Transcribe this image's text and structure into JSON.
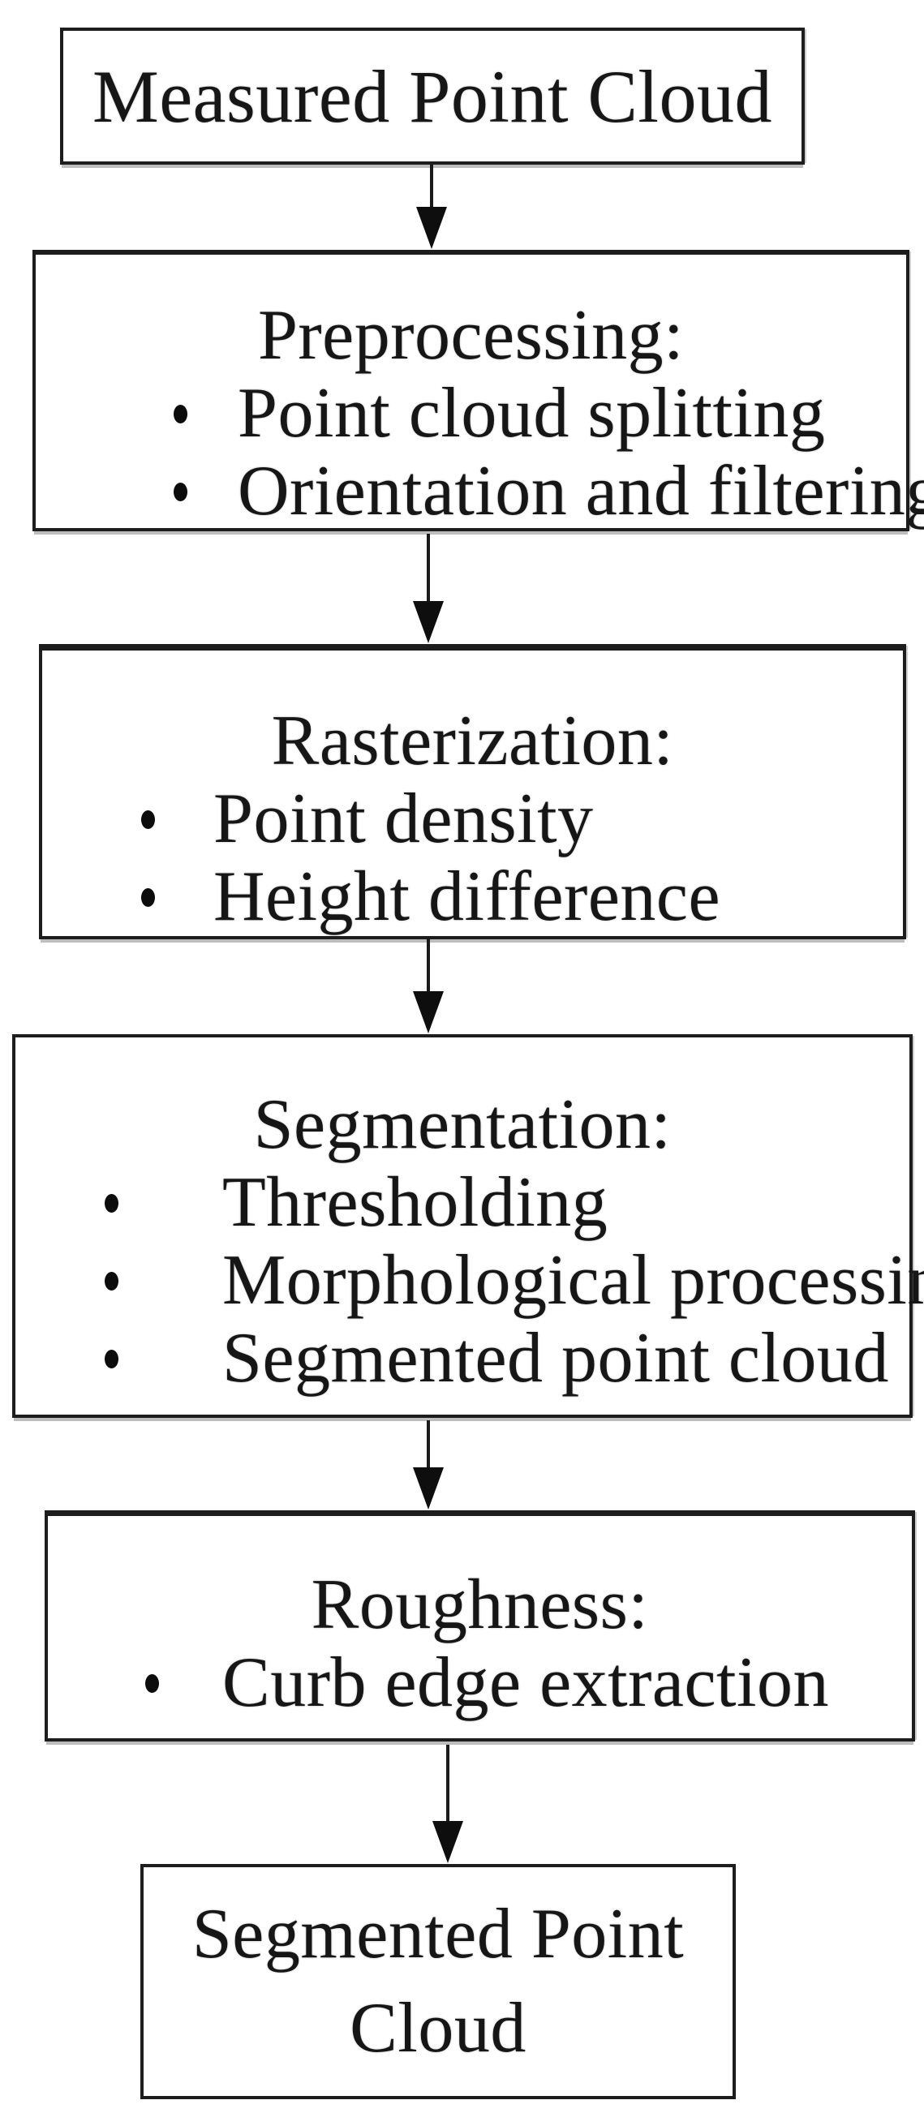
{
  "figure": {
    "type": "flowchart",
    "background_color": "#ffffff",
    "ink_color": "#161616",
    "nodes": [
      {
        "id": "measured-point-cloud",
        "title": "Measured Point Cloud",
        "bullets": []
      },
      {
        "id": "preprocessing",
        "title": "Preprocessing:",
        "bullets": [
          "Point cloud splitting",
          "Orientation and filtering"
        ]
      },
      {
        "id": "rasterization",
        "title": "Rasterization:",
        "bullets": [
          "Point density",
          "Height difference"
        ]
      },
      {
        "id": "segmentation",
        "title": "Segmentation:",
        "bullets": [
          "Thresholding",
          "Morphological processing",
          "Segmented point cloud"
        ]
      },
      {
        "id": "roughness",
        "title": "Roughness:",
        "bullets": [
          "Curb edge extraction"
        ]
      },
      {
        "id": "segmented-point-cloud",
        "title": "Segmented Point Cloud",
        "bullets": []
      }
    ],
    "arrows": [
      {
        "from": "measured-point-cloud",
        "to": "preprocessing"
      },
      {
        "from": "preprocessing",
        "to": "rasterization"
      },
      {
        "from": "rasterization",
        "to": "segmentation"
      },
      {
        "from": "segmentation",
        "to": "roughness"
      },
      {
        "from": "roughness",
        "to": "segmented-point-cloud"
      }
    ]
  }
}
